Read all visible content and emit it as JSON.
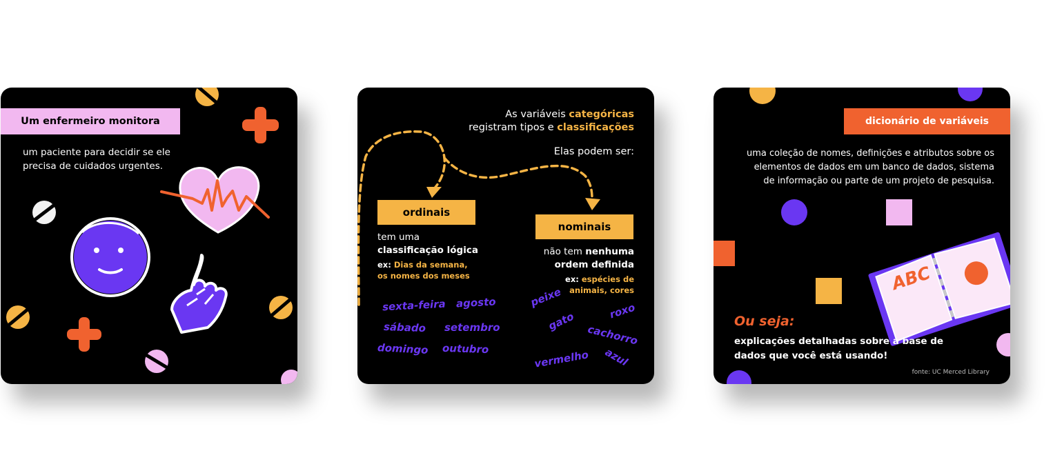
{
  "colors": {
    "background": "#ffffff",
    "card": "#000000",
    "purple": "#6a37f2",
    "orange": "#f0622f",
    "yellow": "#f5b445",
    "pink": "#f2b8f0",
    "white": "#ffffff"
  },
  "card1": {
    "title": "Um enfermeiro monitora",
    "body_line1": "um paciente para decidir se ele",
    "body_line2": "precisa de cuidados urgentes.",
    "icons": [
      "plus-icon",
      "heart-pulse-icon",
      "smiley-face-icon",
      "pointing-hand-icon",
      "pill-icon"
    ]
  },
  "card2": {
    "intro_line1_plain": "As variáveis ",
    "intro_line1_highlight": "categóricas",
    "intro_line2_plain": "registram tipos e ",
    "intro_line2_highlight": "classificações",
    "subtitle": "Elas podem ser:",
    "ordinais": {
      "label": "ordinais",
      "desc_line1": "tem uma",
      "desc_line2": "classificação lógica",
      "ex_prefix": "ex: ",
      "ex_line1": "Dias da semana,",
      "ex_line2": "os nomes dos meses",
      "examples": [
        "sexta-feira",
        "agosto",
        "sábado",
        "setembro",
        "domingo",
        "outubro"
      ]
    },
    "nominais": {
      "label": "nominais",
      "desc_line1_plain": "não tem ",
      "desc_line1_bold": "nenhuma",
      "desc_line2": "ordem definida",
      "ex_prefix": "ex: ",
      "ex_line1": "espécies de",
      "ex_line2": "animais, cores",
      "examples": [
        "peixe",
        "gato",
        "roxo",
        "cachorro",
        "vermelho",
        "azul"
      ]
    }
  },
  "card3": {
    "title": "dicionário de variáveis",
    "body_line1": "uma coleção de nomes, definições e atributos sobre os",
    "body_line2": "elementos de dados em um banco de dados, sistema",
    "body_line3": "de informação ou parte de um projeto de pesquisa.",
    "book_text": "ABC",
    "ou_seja": "Ou seja:",
    "summary_line1": "explicações detalhadas sobre a base de",
    "summary_line2": "dados que você está usando!",
    "source": "fonte: UC Merced Library",
    "icons": [
      "open-book-icon"
    ]
  }
}
